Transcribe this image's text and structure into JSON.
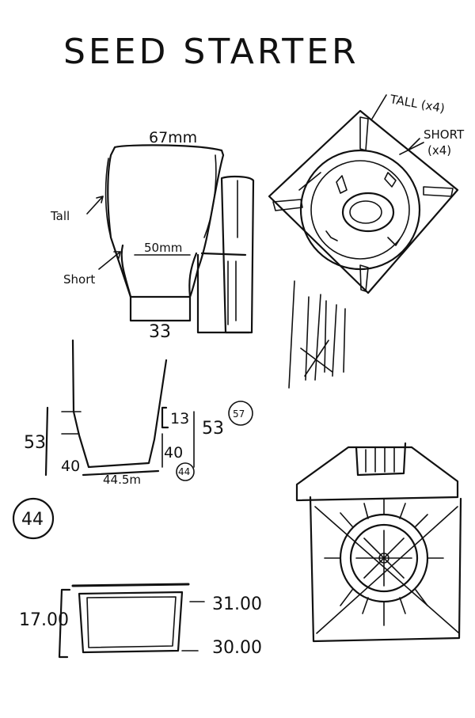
{
  "title": "SEED STARTER",
  "side_view": {
    "top_width": "67mm",
    "mid_width": "50mm",
    "base_width": "33",
    "label_tall": "Tall",
    "label_short": "Short"
  },
  "top_view": {
    "label_tall": "TALL (x4)",
    "label_short_line1": "SHORT",
    "label_short_line2": "(x4)"
  },
  "section_view": {
    "left_height": "53",
    "left_inner": "40",
    "right_top": "13",
    "right_inner": "40",
    "right_height": "53",
    "right_circled_top": "57",
    "bottom_width": "44.5m",
    "circled_bottom": "44",
    "circled_left": "44"
  },
  "lid_view": {
    "height": "17.00",
    "top_dim": "31.00",
    "bottom_dim": "30.00"
  }
}
